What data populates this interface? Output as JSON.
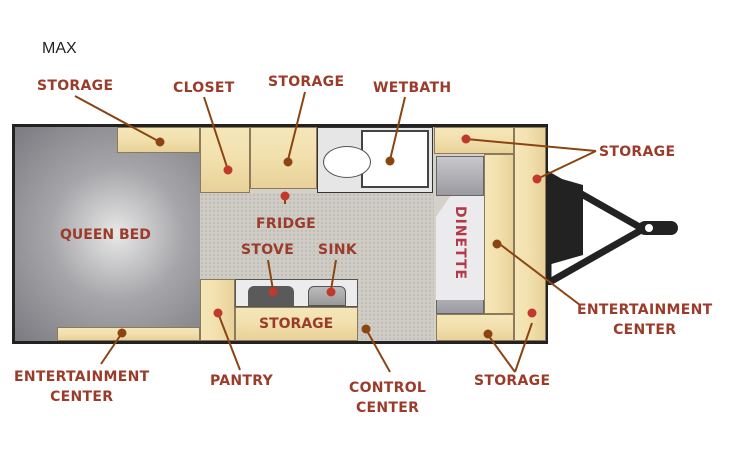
{
  "title": "MAX",
  "labels": {
    "storage_top_left": "STORAGE",
    "closet": "CLOSET",
    "storage_top_mid": "STORAGE",
    "wetbath": "WETBATH",
    "storage_right": "STORAGE",
    "queen_bed": "QUEEN BED",
    "fridge": "FRIDGE",
    "stove": "STOVE",
    "sink": "SINK",
    "storage_counter": "STORAGE",
    "dinette": "DINETTE",
    "entertainment_right_1": "ENTERTAINMENT",
    "entertainment_right_2": "CENTER",
    "entertainment_left_1": "ENTERTAINMENT",
    "entertainment_left_2": "CENTER",
    "pantry": "PANTRY",
    "control_1": "CONTROL",
    "control_2": "CENTER",
    "storage_bottom_right": "STORAGE"
  },
  "colors": {
    "label_text": "#9b3b2a",
    "cabinet": "#f3e2b0",
    "bed": "#8a8a90",
    "floor": "#cfccc6",
    "leader_line": "#8b4513"
  }
}
